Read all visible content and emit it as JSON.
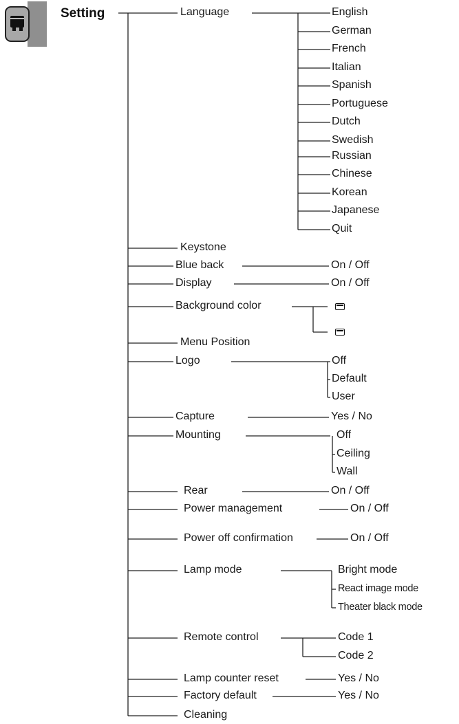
{
  "title": "Setting",
  "icon": "projector-setting-icon",
  "items": {
    "language": "Language",
    "languages": [
      "English",
      "German",
      "French",
      "Italian",
      "Spanish",
      "Portuguese",
      "Dutch",
      "Swedish",
      "Russian",
      "Chinese",
      "Korean",
      "Japanese",
      "Quit"
    ],
    "keystone": "Keystone",
    "blue_back": "Blue back",
    "blue_back_value": "On / Off",
    "display": "Display",
    "display_value": "On / Off",
    "background_color": "Background color",
    "background_options": [
      "blue-swatch-icon",
      "black-swatch-icon"
    ],
    "menu_position": "Menu Position",
    "logo": "Logo",
    "logo_options": [
      "Off",
      "Default",
      "User"
    ],
    "capture": "Capture",
    "capture_value": "Yes / No",
    "mounting": "Mounting",
    "mounting_options": [
      "Off",
      "Ceiling",
      "Wall"
    ],
    "rear": "Rear",
    "rear_value": "On / Off",
    "power_management": "Power management",
    "power_management_value": "On / Off",
    "power_off_confirmation": "Power off confirmation",
    "power_off_confirmation_value": "On / Off",
    "lamp_mode": "Lamp mode",
    "lamp_mode_options": [
      "Bright mode",
      "React image mode",
      "Theater black mode"
    ],
    "remote_control": "Remote control",
    "remote_control_options": [
      "Code 1",
      "Code 2"
    ],
    "lamp_counter_reset": "Lamp counter reset",
    "lamp_counter_reset_value": "Yes / No",
    "factory_default": "Factory default",
    "factory_default_value": "Yes / No",
    "cleaning": "Cleaning"
  }
}
